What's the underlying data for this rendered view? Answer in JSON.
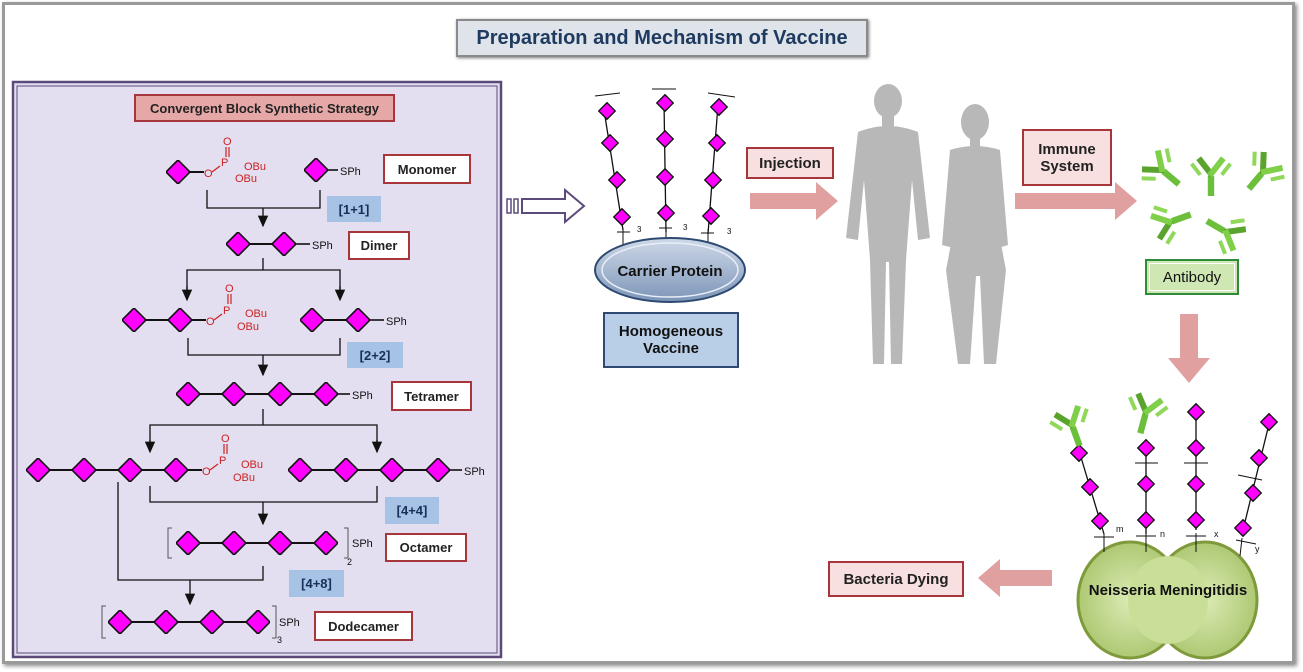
{
  "title": "Preparation and Mechanism of Vaccine",
  "synthesis": {
    "strategy_title": "Convergent Block Synthetic Strategy",
    "monomer": "Monomer",
    "dimer": "Dimer",
    "tetramer": "Tetramer",
    "octamer": "Octamer",
    "dodecamer": "Dodecamer",
    "step_1_1": "[1+1]",
    "step_2_2": "[2+2]",
    "step_4_4": "[4+4]",
    "step_4_8": "[4+8]",
    "sph": "SPh",
    "obu": "OBu",
    "o": "O",
    "p": "P",
    "sub_2": "2",
    "sub_3": "3"
  },
  "vaccine": {
    "carrier_protein": "Carrier Protein",
    "homogeneous_vaccine": "Homogeneous Vaccine",
    "chain_index": "3"
  },
  "flow": {
    "injection": "Injection",
    "immune_system": "Immune System",
    "antibody": "Antibody",
    "bacteria": "Neisseria Meningitidis",
    "bacteria_dying": "Bacteria Dying",
    "idx_m": "m",
    "idx_n": "n",
    "idx_x": "x",
    "idx_y": "y"
  },
  "colors": {
    "sugar": "#ff00ff",
    "label_border": "#a6363a",
    "tag_fill": "#a6c3e6",
    "arrow": "#e0a0a0",
    "antibody": "#6bbf3a",
    "bacteria": "#c2d98a",
    "panel": "#e3dff0"
  }
}
